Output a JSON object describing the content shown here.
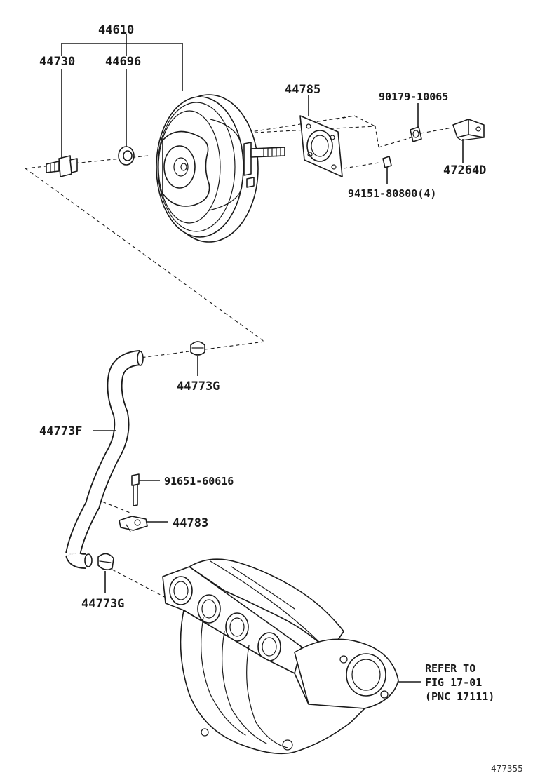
{
  "parts": {
    "p44610": "44610",
    "p44730": "44730",
    "p44696": "44696",
    "p44785": "44785",
    "p90179": "90179-10065",
    "p47264D": "47264D",
    "p94151": "94151-80800(4)",
    "p44773G_top": "44773G",
    "p44773F": "44773F",
    "p91651": "91651-60616",
    "p44783": "44783",
    "p44773G_bottom": "44773G"
  },
  "refer": {
    "line1": "REFER TO",
    "line2": "FIG 17-01",
    "line3": "(PNC 17111)"
  },
  "figure_number": "477355"
}
